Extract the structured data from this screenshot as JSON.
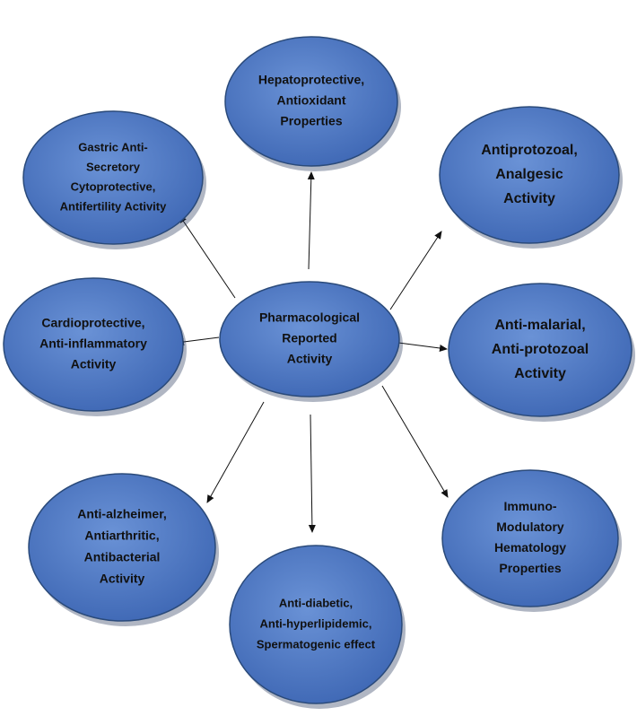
{
  "center": {
    "lines": [
      "Pharmacological",
      "Reported",
      "Activity"
    ]
  },
  "nodes": [
    {
      "id": "top",
      "lines": [
        "Hepatoprotective,",
        "Antioxidant",
        "Properties"
      ]
    },
    {
      "id": "top-left",
      "lines": [
        "Gastric Anti-",
        "Secretory",
        "Cytoprotective,",
        "Antifertility Activity"
      ]
    },
    {
      "id": "top-right",
      "lines": [
        "Antiprotozoal,",
        "Analgesic",
        "Activity"
      ]
    },
    {
      "id": "left",
      "lines": [
        "Cardioprotective,",
        "Anti-inflammatory",
        "Activity"
      ]
    },
    {
      "id": "right",
      "lines": [
        "Anti-malarial,",
        "Anti-protozoal",
        "Activity"
      ]
    },
    {
      "id": "bottom-left",
      "lines": [
        "Anti-alzheimer,",
        "Antiarthritic,",
        "Antibacterial",
        "Activity"
      ]
    },
    {
      "id": "bottom",
      "lines": [
        "Anti-diabetic,",
        "Anti-hyperlipidemic,",
        "Spermatogenic effect"
      ]
    },
    {
      "id": "bottom-right",
      "lines": [
        "Immuno-",
        "Modulatory",
        "Hematology",
        "Properties"
      ]
    }
  ],
  "colors": {
    "node_fill_light": "#6a92d6",
    "node_fill_dark": "#3e67b4",
    "node_stroke": "#2a4a7a",
    "arrow": "#111111",
    "label_text": "#111111"
  }
}
